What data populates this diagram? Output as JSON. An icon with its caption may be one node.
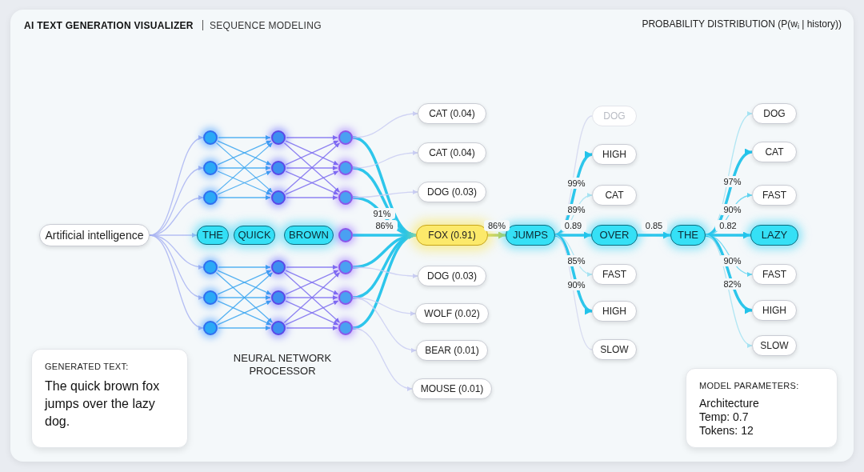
{
  "diagram": {
    "title": "AI TEXT GENERATION VISUALIZER",
    "nodes": [
      {
        "text": [
          "Artificial intelligence"
        ]
      },
      {
        "text": [],
        "shape": "circle"
      },
      {
        "text": [],
        "shape": "circle"
      },
      {
        "text": [],
        "shape": "circle"
      },
      {
        "text": [],
        "shape": "circle"
      },
      {
        "text": [],
        "shape": "circle"
      },
      {
        "text": [],
        "shape": "circle"
      },
      {
        "text": [
          "THE"
        ]
      },
      {
        "text": [],
        "shape": "circle"
      },
      {
        "text": [],
        "shape": "circle"
      },
      {
        "text": [],
        "shape": "circle"
      },
      {
        "text": [],
        "shape": "circle"
      },
      {
        "text": [],
        "shape": "circle"
      },
      {
        "text": [],
        "shape": "circle"
      },
      {
        "text": [
          "QUICK"
        ]
      },
      {
        "text": [
          "BROWN"
        ]
      },
      {
        "text": [],
        "shape": "circle"
      },
      {
        "text": [],
        "shape": "circle"
      },
      {
        "text": [],
        "shape": "circle"
      },
      {
        "text": [],
        "shape": "circle"
      },
      {
        "text": [],
        "shape": "circle"
      },
      {
        "text": [],
        "shape": "circle"
      },
      {
        "text": [],
        "shape": "circle"
      },
      {
        "text": [
          "CAT (0.04)"
        ]
      },
      {
        "text": [
          "CAT (0.04)"
        ]
      },
      {
        "text": [
          "DOG (0.03)"
        ]
      },
      {
        "text": [
          "FOX (0.91)"
        ]
      },
      {
        "text": [
          "DOG (0.03)"
        ]
      },
      {
        "text": [
          "WOLF (0.02)"
        ]
      },
      {
        "text": [
          "BEAR (0.01)"
        ]
      },
      {
        "text": [
          "MOUSE (0.01)"
        ]
      },
      {
        "text": [
          "JUMPS"
        ]
      },
      {
        "text": [
          "DOG"
        ]
      },
      {
        "text": [
          "HIGH"
        ]
      },
      {
        "text": [
          "CAT"
        ]
      },
      {
        "text": [
          "OVER"
        ]
      },
      {
        "text": [
          "FAST"
        ]
      },
      {
        "text": [
          "HIGH"
        ]
      },
      {
        "text": [
          "SLOW"
        ]
      },
      {
        "text": [
          "THE"
        ]
      },
      {
        "text": [
          "DOG"
        ]
      },
      {
        "text": [
          "CAT"
        ]
      },
      {
        "text": [
          "FAST"
        ]
      },
      {
        "text": [
          "LAZY"
        ]
      },
      {
        "text": [
          "FAST"
        ]
      },
      {
        "text": [
          "HIGH"
        ]
      },
      {
        "text": [
          "SLOW"
        ]
      },
      {
        "text": [
          "GENERATED TEXT:",
          "The quick brown fox jumps over the lazy dog."
        ]
      },
      {
        "text": [
          "MODEL PARAMETERS:",
          "Architecture",
          "Temp: 0.7",
          "Tokens: 12"
        ]
      }
    ],
    "edges": [
      {
        "from": 0,
        "to": 1,
        "arrow": "to",
        "color": "#a9b4f2"
      },
      {
        "from": 0,
        "to": 2,
        "arrow": "to",
        "color": "#a9b4f2"
      },
      {
        "from": 0,
        "to": 3,
        "arrow": "to",
        "color": "#a9b4f2"
      },
      {
        "from": 0,
        "to": 7,
        "arrow": "to",
        "color": "#a9b4f2"
      },
      {
        "from": 0,
        "to": 4,
        "arrow": "to",
        "color": "#a9b4f2"
      },
      {
        "from": 0,
        "to": 5,
        "arrow": "to",
        "color": "#a9b4f2"
      },
      {
        "from": 0,
        "to": 6,
        "arrow": "to",
        "color": "#a9b4f2"
      },
      {
        "from": 1,
        "to": 8,
        "arrow": "to"
      },
      {
        "from": 1,
        "to": 9,
        "arrow": "to"
      },
      {
        "from": 1,
        "to": 10,
        "arrow": "to"
      },
      {
        "from": 2,
        "to": 8,
        "arrow": "to"
      },
      {
        "from": 2,
        "to": 9,
        "arrow": "to"
      },
      {
        "from": 2,
        "to": 10,
        "arrow": "to"
      },
      {
        "from": 3,
        "to": 8,
        "arrow": "to"
      },
      {
        "from": 3,
        "to": 9,
        "arrow": "to"
      },
      {
        "from": 3,
        "to": 10,
        "arrow": "to"
      },
      {
        "from": 4,
        "to": 11,
        "arrow": "to"
      },
      {
        "from": 4,
        "to": 12,
        "arrow": "to"
      },
      {
        "from": 4,
        "to": 13,
        "arrow": "to"
      },
      {
        "from": 5,
        "to": 11,
        "arrow": "to"
      },
      {
        "from": 5,
        "to": 12,
        "arrow": "to"
      },
      {
        "from": 5,
        "to": 13,
        "arrow": "to"
      },
      {
        "from": 6,
        "to": 11,
        "arrow": "to"
      },
      {
        "from": 6,
        "to": 12,
        "arrow": "to"
      },
      {
        "from": 6,
        "to": 13,
        "arrow": "to"
      },
      {
        "from": 8,
        "to": 16,
        "arrow": "to",
        "color": "#7d6df0"
      },
      {
        "from": 8,
        "to": 17,
        "arrow": "to",
        "color": "#7d6df0"
      },
      {
        "from": 8,
        "to": 18,
        "arrow": "to",
        "color": "#7d6df0"
      },
      {
        "from": 9,
        "to": 16,
        "arrow": "to",
        "color": "#7d6df0"
      },
      {
        "from": 9,
        "to": 17,
        "arrow": "to",
        "color": "#7d6df0"
      },
      {
        "from": 9,
        "to": 18,
        "arrow": "to",
        "color": "#7d6df0"
      },
      {
        "from": 10,
        "to": 16,
        "arrow": "to",
        "color": "#7d6df0"
      },
      {
        "from": 10,
        "to": 17,
        "arrow": "to",
        "color": "#7d6df0"
      },
      {
        "from": 10,
        "to": 18,
        "arrow": "to",
        "color": "#7d6df0"
      },
      {
        "from": 11,
        "to": 20,
        "arrow": "to",
        "color": "#7d6df0"
      },
      {
        "from": 11,
        "to": 21,
        "arrow": "to",
        "color": "#7d6df0"
      },
      {
        "from": 11,
        "to": 22,
        "arrow": "to",
        "color": "#7d6df0"
      },
      {
        "from": 12,
        "to": 20,
        "arrow": "to",
        "color": "#7d6df0"
      },
      {
        "from": 12,
        "to": 21,
        "arrow": "to",
        "color": "#7d6df0"
      },
      {
        "from": 12,
        "to": 22,
        "arrow": "to",
        "color": "#7d6df0"
      },
      {
        "from": 13,
        "to": 20,
        "arrow": "to",
        "color": "#7d6df0"
      },
      {
        "from": 13,
        "to": 21,
        "arrow": "to",
        "color": "#7d6df0"
      },
      {
        "from": 13,
        "to": 22,
        "arrow": "to",
        "color": "#7d6df0"
      },
      {
        "from": 16,
        "to": 26,
        "arrow": "to",
        "style": "thick",
        "color": "#22c3ea"
      },
      {
        "from": 17,
        "to": 26,
        "arrow": "to",
        "style": "thick",
        "color": "#22c3ea"
      },
      {
        "from": 18,
        "to": 26,
        "arrow": "to",
        "style": "thick",
        "color": "#22c3ea",
        "label": "91%"
      },
      {
        "from": 19,
        "to": 26,
        "arrow": "to",
        "style": "thick",
        "color": "#22c3ea",
        "label": "86%"
      },
      {
        "from": 20,
        "to": 26,
        "arrow": "to",
        "style": "thick",
        "color": "#22c3ea"
      },
      {
        "from": 21,
        "to": 26,
        "arrow": "to",
        "style": "thick",
        "color": "#22c3ea"
      },
      {
        "from": 22,
        "to": 26,
        "arrow": "to",
        "style": "thick",
        "color": "#22c3ea"
      },
      {
        "from": 16,
        "to": 23,
        "arrow": "to",
        "color": "#c9cdf2"
      },
      {
        "from": 17,
        "to": 24,
        "arrow": "to",
        "color": "#c9cdf2"
      },
      {
        "from": 18,
        "to": 25,
        "arrow": "to",
        "color": "#c9cdf2"
      },
      {
        "from": 20,
        "to": 27,
        "arrow": "to",
        "color": "#c9cdf2"
      },
      {
        "from": 21,
        "to": 28,
        "arrow": "to",
        "color": "#c9cdf2"
      },
      {
        "from": 21,
        "to": 29,
        "arrow": "to",
        "color": "#c9cdf2"
      },
      {
        "from": 22,
        "to": 30,
        "arrow": "to",
        "color": "#c9cdf2"
      },
      {
        "from": 26,
        "to": 31,
        "arrow": "to",
        "style": "thick",
        "color": "#b9cf5e",
        "label": "86%"
      },
      {
        "from": 31,
        "to": 32,
        "arrow": "none",
        "color": "#d3d7ee"
      },
      {
        "from": 31,
        "to": 33,
        "arrow": "to",
        "style": "thick",
        "color": "#22c3ea",
        "label": "99%"
      },
      {
        "from": 31,
        "to": 34,
        "arrow": "to",
        "color": "#a6e3f2",
        "label": "89%"
      },
      {
        "from": 31,
        "to": 35,
        "arrow": "to",
        "style": "thick",
        "color": "#22c3ea",
        "label": "0.89"
      },
      {
        "from": 31,
        "to": 36,
        "arrow": "to",
        "color": "#a6e3f2",
        "label": "85%"
      },
      {
        "from": 31,
        "to": 37,
        "arrow": "to",
        "style": "thick",
        "color": "#22c3ea",
        "label": "90%"
      },
      {
        "from": 31,
        "to": 38,
        "arrow": "none",
        "color": "#d3d7ee"
      },
      {
        "from": 35,
        "to": 39,
        "arrow": "to",
        "style": "thick",
        "color": "#22c3ea",
        "label": "0.85"
      },
      {
        "from": 39,
        "to": 40,
        "arrow": "to",
        "color": "#a6e3f2"
      },
      {
        "from": 39,
        "to": 41,
        "arrow": "to",
        "style": "thick",
        "color": "#22c3ea",
        "label": "97%"
      },
      {
        "from": 39,
        "to": 42,
        "arrow": "to",
        "color": "#5fd3f0",
        "label": "90%"
      },
      {
        "from": 39,
        "to": 43,
        "arrow": "to",
        "style": "thick",
        "color": "#22c3ea",
        "label": "0.82"
      },
      {
        "from": 39,
        "to": 44,
        "arrow": "to",
        "color": "#5fd3f0",
        "label": "90%"
      },
      {
        "from": 39,
        "to": 45,
        "arrow": "to",
        "style": "thick",
        "color": "#22c3ea",
        "label": "82%"
      },
      {
        "from": 39,
        "to": 46,
        "arrow": "to",
        "color": "#a6e3f2"
      }
    ],
    "labels": [
      "SEQUENCE MODELING",
      "PROBABILITY DISTRIBUTION (P(w$_{i}$ | history))",
      "NEURAL NETWORK PROCESSOR"
    ]
  }
}
